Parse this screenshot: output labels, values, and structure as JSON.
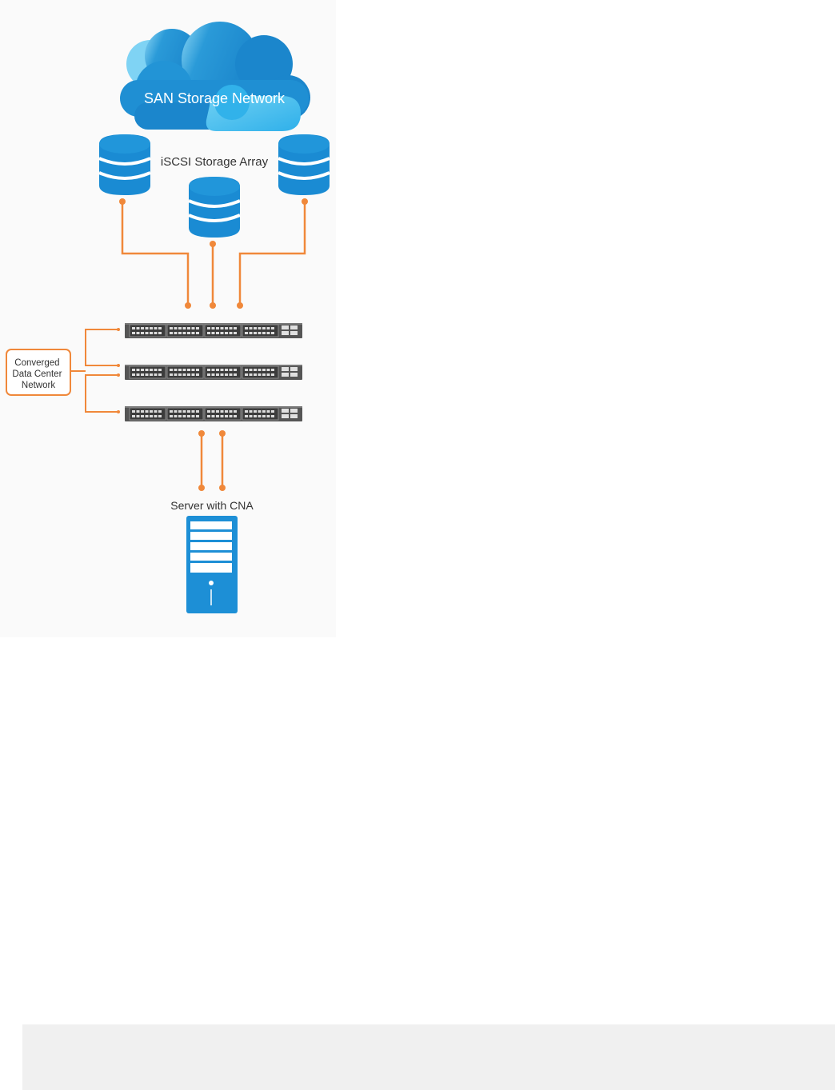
{
  "diagram": {
    "cloud_label": "SAN Storage Network",
    "storage_label": "iSCSI Storage Array",
    "network_label_lines": [
      "Converged",
      "Data Center",
      "Network"
    ],
    "server_label": "Server with CNA"
  },
  "colors": {
    "cloud_dark": "#1b8fd2",
    "cloud_light": "#5cc4ee",
    "storage_blue": "#1a8bd3",
    "server_blue": "#1d8fd6",
    "link_orange": "#f0883a",
    "switch_gray": "#5a5a5a",
    "panel_bg": "#fafafa",
    "footer_bg": "#f0f0f0"
  },
  "icons": {
    "cloud": "cloud-icon",
    "database": "database-icon",
    "switch": "network-switch-icon",
    "server": "server-tower-icon"
  }
}
